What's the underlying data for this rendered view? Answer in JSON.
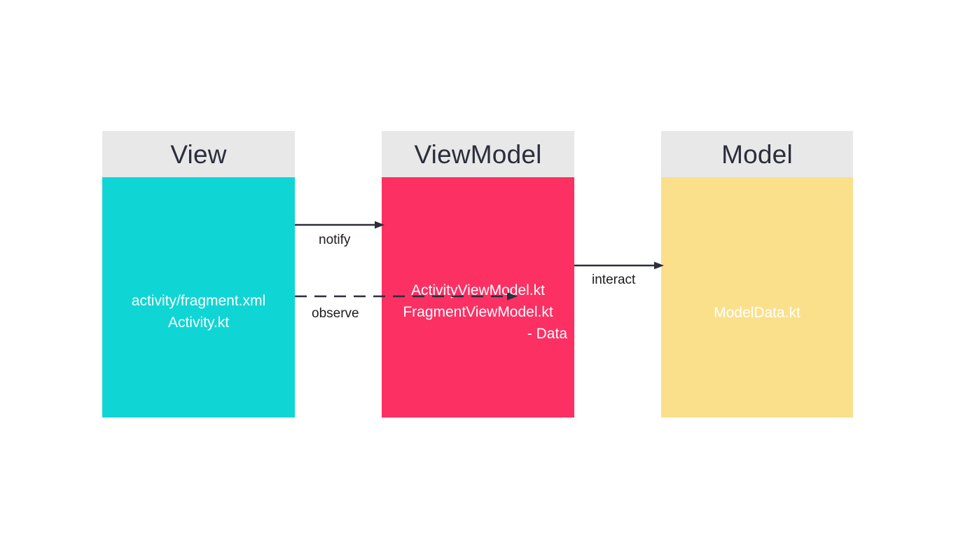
{
  "diagram": {
    "title": "MVVM Architecture Diagram",
    "background": "#ffffff",
    "layers": [
      {
        "id": "view",
        "title": "View",
        "header_color": "#e8e8e8",
        "body_color": "#10d5d5",
        "title_color": "#2b2e3b",
        "body_text_color": "#ffffff",
        "files": [
          {
            "text": "activity/fragment.xml",
            "align": "center"
          },
          {
            "text": "Activity.kt",
            "align": "center"
          }
        ]
      },
      {
        "id": "viewmodel",
        "title": "ViewModel",
        "header_color": "#e8e8e8",
        "body_color": "#fc3063",
        "title_color": "#2b2e3b",
        "body_text_color": "#ffffff",
        "files": [
          {
            "text": "ActivityViewModel.kt",
            "align": "center"
          },
          {
            "text": "FragmentViewModel.kt",
            "align": "center"
          },
          {
            "text": "- Data",
            "align": "right"
          }
        ]
      },
      {
        "id": "model",
        "title": "Model",
        "header_color": "#e8e8e8",
        "body_color": "#fae08b",
        "title_color": "#2b2e3b",
        "body_text_color": "#ffffff",
        "files": [
          {
            "text": "ModelData.kt",
            "align": "center"
          }
        ]
      }
    ],
    "arrows": [
      {
        "id": "notify",
        "label": "notify",
        "style": "solid",
        "direction": "right",
        "from": "view",
        "to": "viewmodel",
        "color": "#2b2e3b"
      },
      {
        "id": "observe",
        "label": "observe",
        "style": "dashed",
        "direction": "right",
        "from": "view",
        "to": "viewmodel",
        "color": "#2b2e3b"
      },
      {
        "id": "interact",
        "label": "interact",
        "style": "solid",
        "direction": "right",
        "from": "viewmodel",
        "to": "model",
        "color": "#2b2e3b"
      }
    ]
  }
}
